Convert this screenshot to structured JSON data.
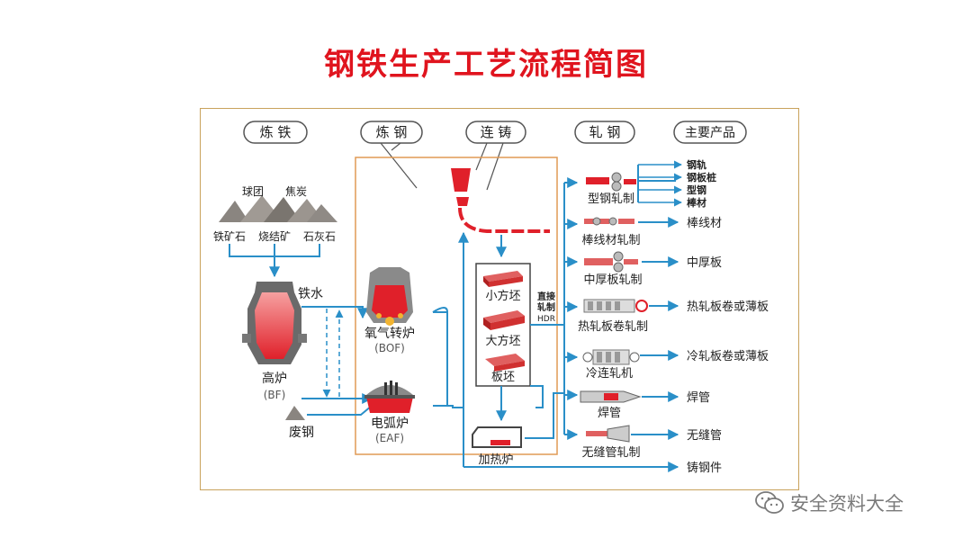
{
  "title": "钢铁生产工艺流程简图",
  "headers": {
    "ironmaking": "炼 铁",
    "steelmaking": "炼 钢",
    "casting": "连 铸",
    "rolling": "轧 钢",
    "products": "主要产品"
  },
  "raw_materials": {
    "pellet": "球团",
    "coke": "焦炭",
    "iron_ore": "铁矿石",
    "sinter": "烧结矿",
    "limestone": "石灰石"
  },
  "blast_furnace": {
    "name": "高炉",
    "abbr": "(BF)"
  },
  "hot_metal": "铁水",
  "scrap": "废钢",
  "bof": {
    "name": "氧气转炉",
    "abbr": "(BOF)"
  },
  "eaf": {
    "name": "电弧炉",
    "abbr": "(EAF)"
  },
  "billets": {
    "small": "小方坯",
    "large": "大方坯",
    "slab": "板坯"
  },
  "hdr": {
    "line1": "直接",
    "line2": "轧制",
    "line3": "HDR"
  },
  "reheat_furnace": "加热炉",
  "mills": {
    "section": "型钢轧制",
    "wire": "棒线材轧制",
    "plate": "中厚板轧制",
    "hot_strip": "热轧板卷轧制",
    "cold": "冷连轧机",
    "welded": "焊管",
    "seamless": "无缝管轧制"
  },
  "products": {
    "rail": "钢轨",
    "sheet_pile": "钢板桩",
    "section": "型钢",
    "bar": "棒材",
    "wire_rod": "棒线材",
    "plate": "中厚板",
    "hot_coil": "热轧板卷或薄板",
    "cold_coil": "冷轧板卷或薄板",
    "welded_pipe": "焊管",
    "seamless_pipe": "无缝管",
    "casting": "铸钢件"
  },
  "watermark": "安全资料大全",
  "colors": {
    "title": "#e0141e",
    "flow": "#2a8fc8",
    "steel": "#e0202a",
    "frame": "#e09a55"
  }
}
